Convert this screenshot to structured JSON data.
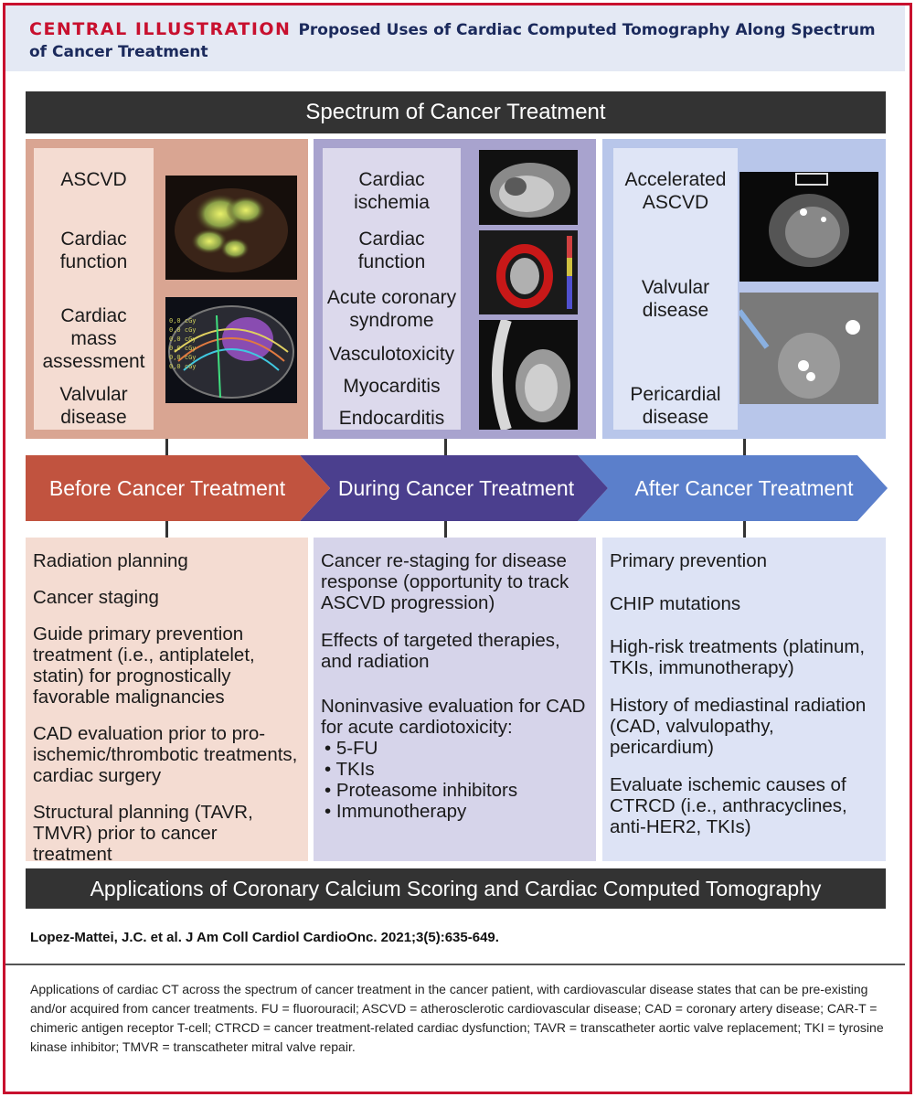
{
  "header": {
    "tag": "CENTRAL ILLUSTRATION",
    "title": "Proposed Uses of Cardiac Computed Tomography Along Spectrum of Cancer Treatment"
  },
  "top_bar": "Spectrum of Cancer Treatment",
  "stages": [
    {
      "label": "Before Cancer Treatment",
      "color": "#c1533f",
      "indications": [
        "ASCVD",
        "Cardiac function",
        "Cardiac mass assessment",
        "Valvular disease"
      ],
      "applications": [
        "Radiation planning",
        "Cancer staging",
        "Guide primary prevention treatment (i.e., antiplatelet, statin) for prognostically favorable malignancies",
        "CAD evaluation prior to pro-ischemic/thrombotic treatments, cardiac surgery",
        "Structural planning (TAVR, TMVR) prior to cancer treatment"
      ]
    },
    {
      "label": "During Cancer Treatment",
      "color": "#4b3f8e",
      "indications": [
        "Cardiac ischemia",
        "Cardiac function",
        "Acute coronary syndrome",
        "Vasculotoxicity",
        "Myocarditis",
        "Endocarditis"
      ],
      "applications": [
        "Cancer re-staging for disease response (opportunity to track ASCVD progression)",
        "Effects of targeted therapies, and radiation",
        "Noninvasive evaluation for CAD for acute cardiotoxicity:"
      ],
      "bullets": [
        "5-FU",
        "TKIs",
        "Proteasome inhibitors",
        "Immunotherapy"
      ]
    },
    {
      "label": "After Cancer Treatment",
      "color": "#5b7fcb",
      "indications": [
        "Accelerated ASCVD",
        "Valvular disease",
        "Pericardial disease"
      ],
      "applications": [
        "Primary prevention",
        "CHIP mutations",
        "High-risk treatments (platinum, TKIs, immunotherapy)",
        "History of mediastinal radiation (CAD, valvulopathy, pericardium)",
        "Evaluate ischemic causes of CTRCD (i.e., anthracyclines, anti-HER2, TKIs)"
      ]
    }
  ],
  "bottom_bar": "Applications of Coronary Calcium Scoring and Cardiac Computed Tomography",
  "citation": "Lopez-Mattei, J.C. et al. J Am Coll Cardiol CardioOnc. 2021;3(5):635-649.",
  "caption": "Applications of cardiac CT across the spectrum of cancer treatment in the cancer patient, with cardiovascular disease states that can be pre-existing and/or acquired from cancer treatments. FU = fluorouracil; ASCVD = atherosclerotic cardiovascular disease; CAD = coronary artery disease; CAR-T = chimeric antigen receptor T-cell; CTRCD = cancer treatment-related cardiac dysfunction; TAVR = transcatheter aortic valve replacement; TKI = tyrosine kinase inhibitor; TMVR = transcatheter mitral valve repair."
}
